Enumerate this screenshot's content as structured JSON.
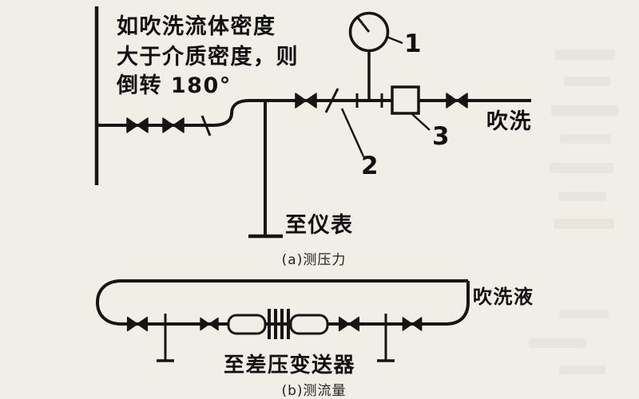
{
  "colors": {
    "paper": "#f1eee7",
    "ink": "#171513"
  },
  "figure_a": {
    "note_line1": "如吹洗流体密度",
    "note_line2": "大于介质密度，则",
    "note_line3": "倒转 180°",
    "callout_1": "1",
    "callout_2": "2",
    "callout_3": "3",
    "purge_label": "吹洗",
    "to_instrument_label": "至仪表",
    "caption": "(a)测压力"
  },
  "figure_b": {
    "purge_liquid_label": "吹洗液",
    "to_transmitter_label": "至差压变送器",
    "caption": "(b)测流量"
  }
}
